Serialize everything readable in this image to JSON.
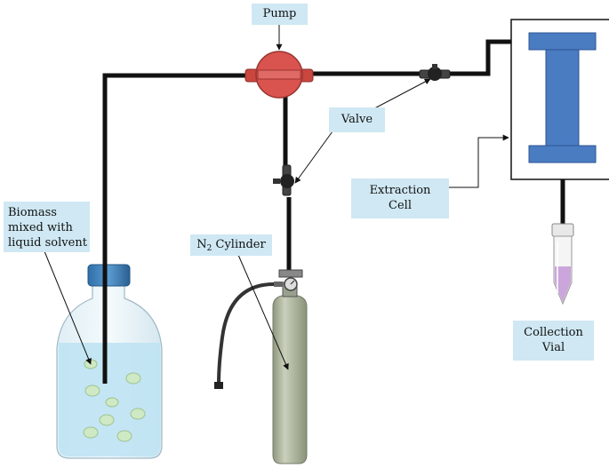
{
  "labels": {
    "pump": "Pump",
    "valve": "Valve",
    "biomass": [
      "Biomass",
      "mixed with",
      "liquid solvent"
    ],
    "n2_cylinder": {
      "element": "N",
      "subscript": "2",
      "text": " Cylinder"
    },
    "extraction_cell": [
      "Extraction",
      "Cell"
    ],
    "collection_vial": [
      "Collection",
      "Vial"
    ]
  },
  "colors": {
    "label_bg": "#cfe8f3",
    "pump": "#d9534f",
    "cell": "#4a7cc2",
    "tubing": "#111111",
    "cylinder": "#b6bfa9",
    "solvent": "#bfe3f3",
    "vial_liquid": "#cba5dc"
  }
}
